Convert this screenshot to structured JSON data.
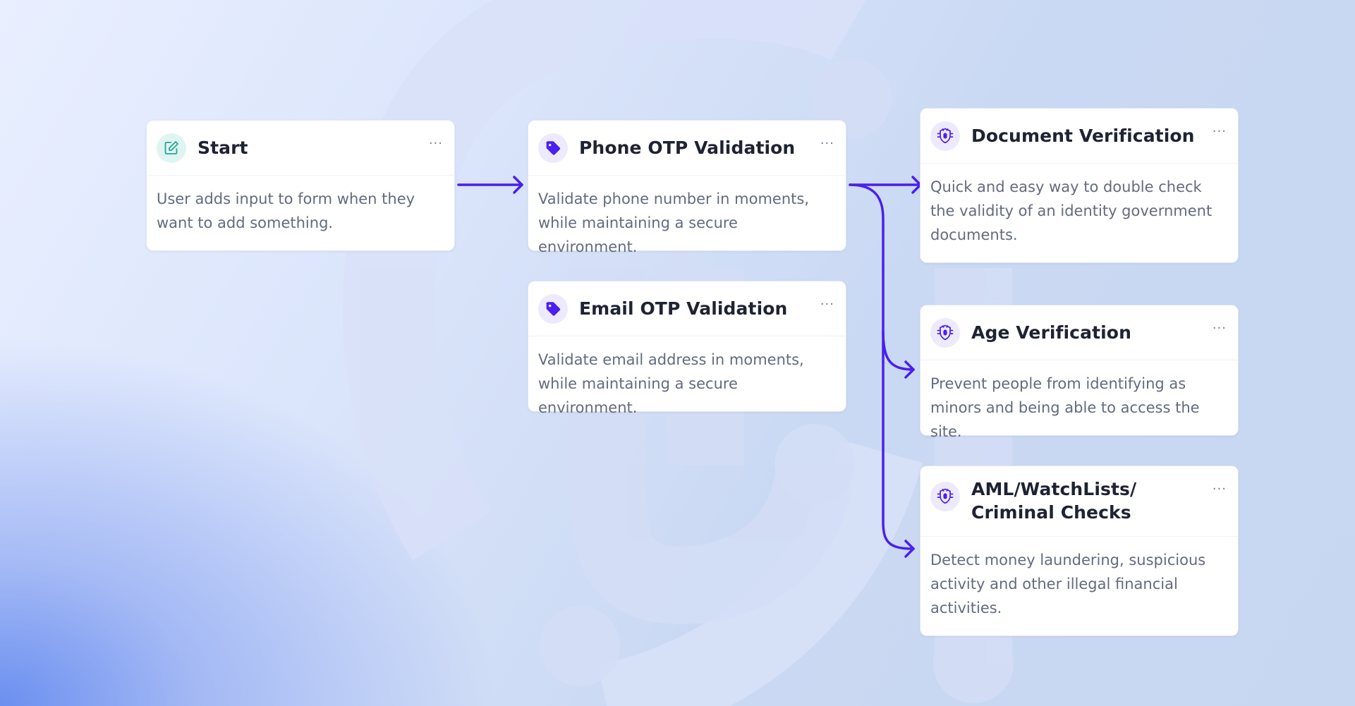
{
  "nodes": {
    "start": {
      "title": "Start",
      "description": "User adds input to form when they want to add something.",
      "icon": "edit-icon",
      "menu": "···"
    },
    "phone_otp": {
      "title": "Phone OTP Validation",
      "description": "Validate phone number in moments, while maintaining a secure environment.",
      "icon": "tag-icon",
      "menu": "···"
    },
    "email_otp": {
      "title": "Email OTP Validation",
      "description": "Validate email address in moments, while maintaining a secure environment.",
      "icon": "tag-icon",
      "menu": "···"
    },
    "document_verification": {
      "title": "Document Verification",
      "description": "Quick and easy way to double check the validity of an identity government documents.",
      "icon": "shield-bug-icon",
      "menu": "···"
    },
    "age_verification": {
      "title": "Age Verification",
      "description": "Prevent people from identifying as minors and being able to access the site.",
      "icon": "shield-bug-icon",
      "menu": "···"
    },
    "aml_checks": {
      "title_line1": "AML/WatchLists/",
      "title_line2": "Criminal Checks",
      "description": "Detect money laundering, suspicious activity and other illegal financial activities.",
      "icon": "shield-bug-icon",
      "menu": "···"
    }
  },
  "colors": {
    "connector": "#4a1ff0",
    "tag_icon": "#4a1ff0",
    "edit_icon": "#2aa597",
    "title_text": "#1e2333",
    "body_text": "#636b7d"
  }
}
